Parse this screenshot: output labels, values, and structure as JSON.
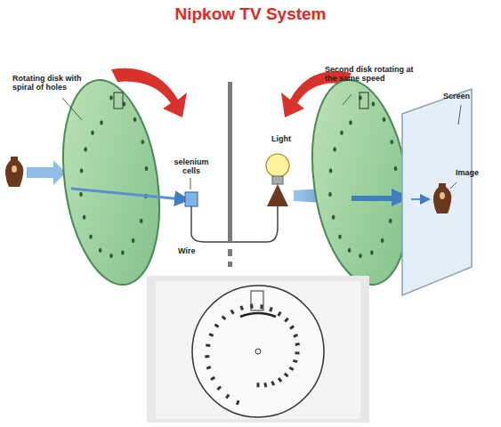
{
  "diagram": {
    "title": "Nipkow TV System",
    "labels": [
      "Rotating disk with spiral of holes",
      "selenium cells",
      "Light",
      "Wire",
      "Second disk rotating at the same speed",
      "Screen",
      "Image"
    ]
  }
}
